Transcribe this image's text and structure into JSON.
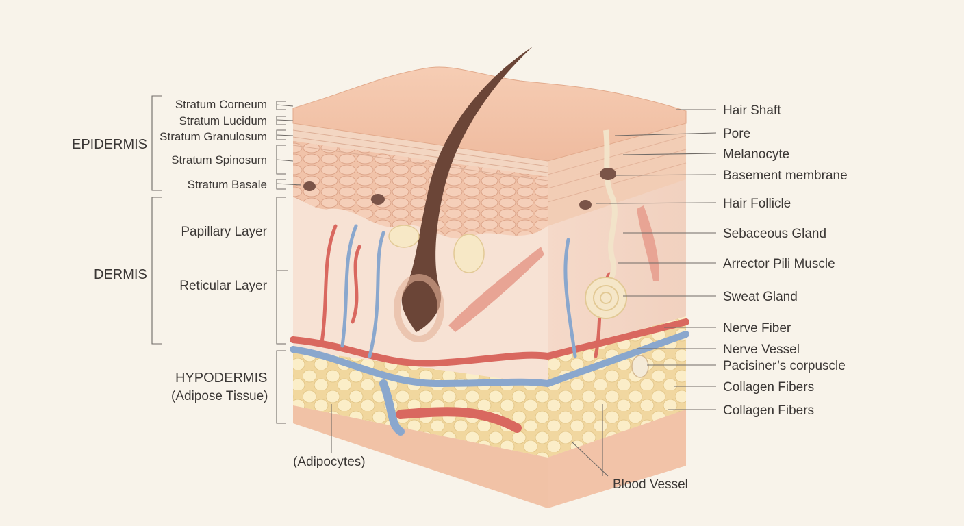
{
  "groups": {
    "epidermis": "EPIDERMIS",
    "dermis": "DERMIS",
    "hypodermis": "HYPODERMIS",
    "hypodermis_sub": "(Adipose Tissue)"
  },
  "left_labels": {
    "stratum_corneum": "Stratum Corneum",
    "stratum_lucidum": "Stratum Lucidum",
    "stratum_granulosum": "Stratum Granulosum",
    "stratum_spinosum": "Stratum Spinosum",
    "stratum_basale": "Stratum Basale",
    "papillary_layer": "Papillary Layer",
    "reticular_layer": "Reticular Layer"
  },
  "right_labels": {
    "hair_shaft": "Hair Shaft",
    "pore": "Pore",
    "melanocyte": "Melanocyte",
    "basement_membrane": "Basement membrane",
    "hair_follicle": "Hair Follicle",
    "sebaceous_gland": "Sebaceous Gland",
    "arrector_pili": "Arrector Pili Muscle",
    "sweat_gland": "Sweat Gland",
    "nerve_fiber": "Nerve Fiber",
    "nerve_vessel": "Nerve Vessel",
    "pacinian": "Pacisiner’s corpuscle",
    "collagen_1": "Collagen Fibers",
    "collagen_2": "Collagen Fibers"
  },
  "bottom_labels": {
    "adipocytes": "(Adipocytes)",
    "blood_vessel": "Blood Vessel"
  },
  "colors": {
    "background": "#f8f3ea",
    "epidermis": "#f0c0a6",
    "dermis": "#f7dfd0",
    "fat": "#f7e3b0",
    "artery": "#d9685f",
    "vein": "#7f9cc4",
    "hair": "#6b4537"
  }
}
